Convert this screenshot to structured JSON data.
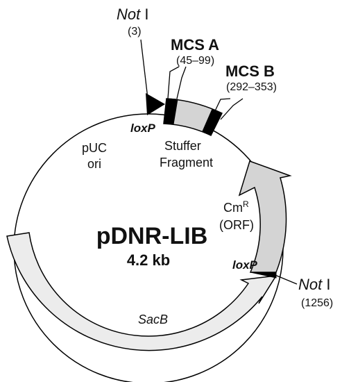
{
  "plasmid": {
    "name": "pDNR-LIB",
    "size": "4.2 kb"
  },
  "sites": {
    "noti_top": {
      "name": "Not",
      "suffix": "I",
      "position": "(3)"
    },
    "noti_bottom": {
      "name": "Not",
      "suffix": "I",
      "position": "(1256)"
    },
    "mcs_a": {
      "name": "MCS A",
      "range": "(45–99)"
    },
    "mcs_b": {
      "name": "MCS B",
      "range": "(292–353)"
    }
  },
  "features": {
    "loxp_top": "loxP",
    "loxp_right": "loxP",
    "stuffer_line1": "Stuffer",
    "stuffer_line2": "Fragment",
    "puc_line1": "pUC",
    "puc_line2": "ori",
    "cm_label": "Cm",
    "cm_superscript": "R",
    "cm_orf": "(ORF)",
    "sacb": "SacB"
  },
  "colors": {
    "stuffer_fill": "#d4d4d4",
    "cm_fill": "#d4d4d4",
    "sacb_fill": "#ececec",
    "outline": "#000000"
  }
}
